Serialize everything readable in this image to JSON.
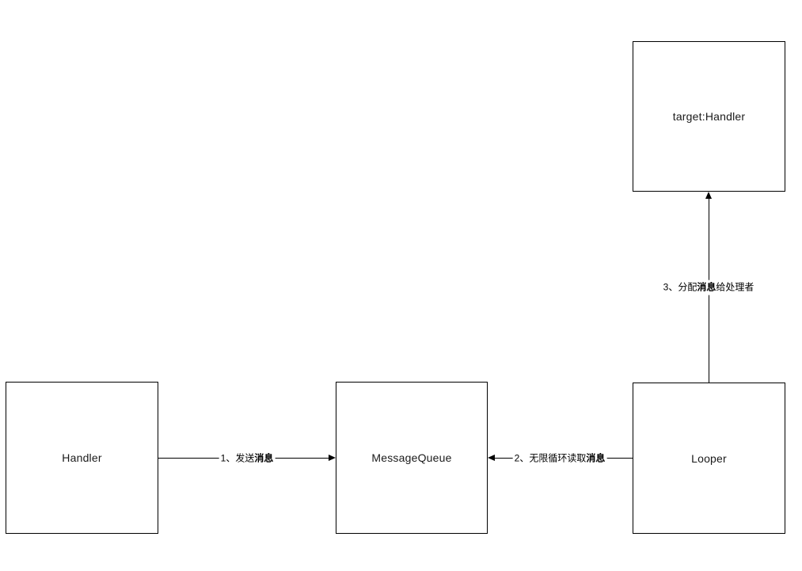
{
  "diagram": {
    "background_color": "#ffffff",
    "line_color": "#000000",
    "nodes": [
      {
        "id": "handler",
        "label": "Handler"
      },
      {
        "id": "messagequeue",
        "label": "MessageQueue"
      },
      {
        "id": "looper",
        "label": "Looper"
      },
      {
        "id": "target-handler",
        "label": "target:Handler"
      }
    ],
    "edges": [
      {
        "id": "edge-1",
        "from": "Handler",
        "to": "MessageQueue",
        "direction": "right",
        "label_prefix": "1、发送",
        "label_bold": "消息",
        "label_suffix": ""
      },
      {
        "id": "edge-2",
        "from": "Looper",
        "to": "MessageQueue",
        "direction": "left",
        "label_prefix": "2、无限循环读取",
        "label_bold": "消息",
        "label_suffix": ""
      },
      {
        "id": "edge-3",
        "from": "Looper",
        "to": "target:Handler",
        "direction": "up",
        "label_prefix": "3、分配",
        "label_bold": "消息",
        "label_suffix": "给处理者"
      }
    ]
  }
}
